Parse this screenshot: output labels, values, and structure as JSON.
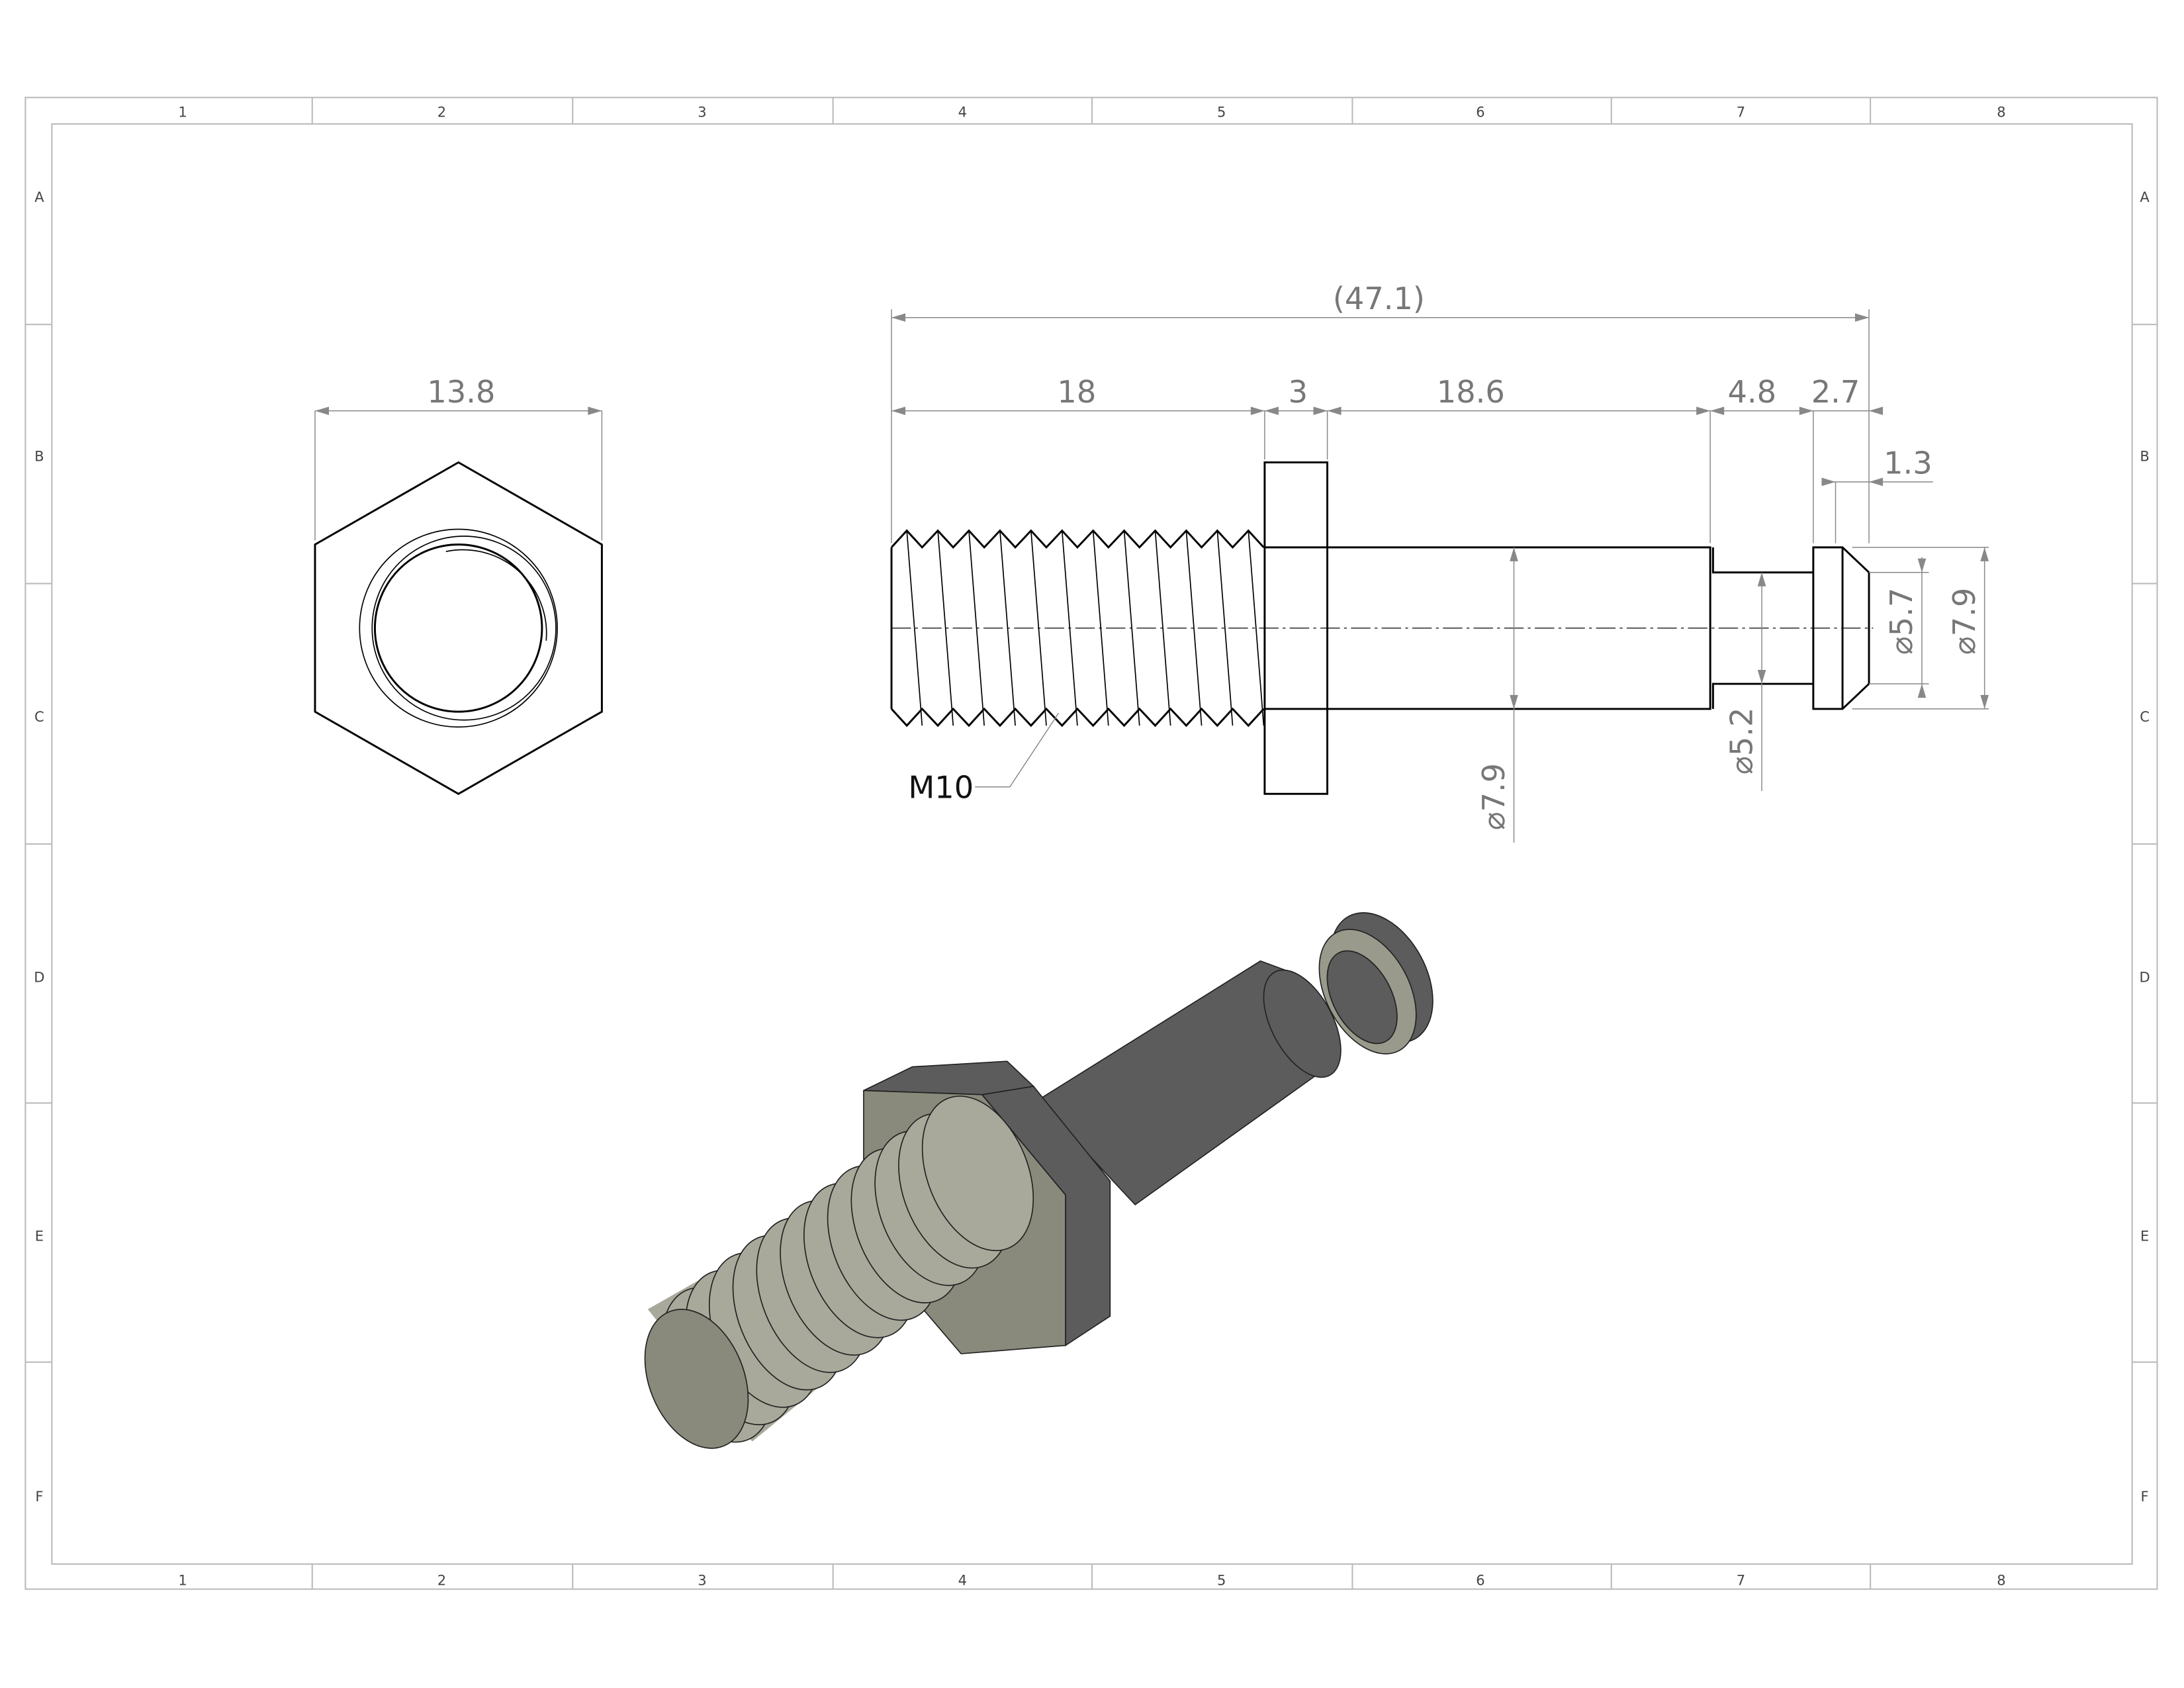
{
  "sheet": {
    "columns": [
      "1",
      "2",
      "3",
      "4",
      "5",
      "6",
      "7",
      "8"
    ],
    "rows": [
      "A",
      "B",
      "C",
      "D",
      "E",
      "F"
    ]
  },
  "end_view": {
    "across_flats": "13.8"
  },
  "side_view": {
    "overall_length": "(47.1)",
    "thread_length": "18",
    "flange_thickness": "3",
    "shaft_length": "18.6",
    "neck_length": "4.8",
    "head_length": "2.7",
    "chamfer_length": "1.3",
    "shaft_diameter": "⌀7.9",
    "neck_diameter": "⌀5.2",
    "head_inner_diameter": "⌀5.7",
    "head_diameter": "⌀7.9",
    "thread_callout": "M10"
  },
  "iso_view": {
    "colors": {
      "thread": "#a9a99b",
      "hex_face": "#8a8a7c",
      "dark": "#5c5c5c",
      "head_face": "#9a9a8c"
    }
  }
}
